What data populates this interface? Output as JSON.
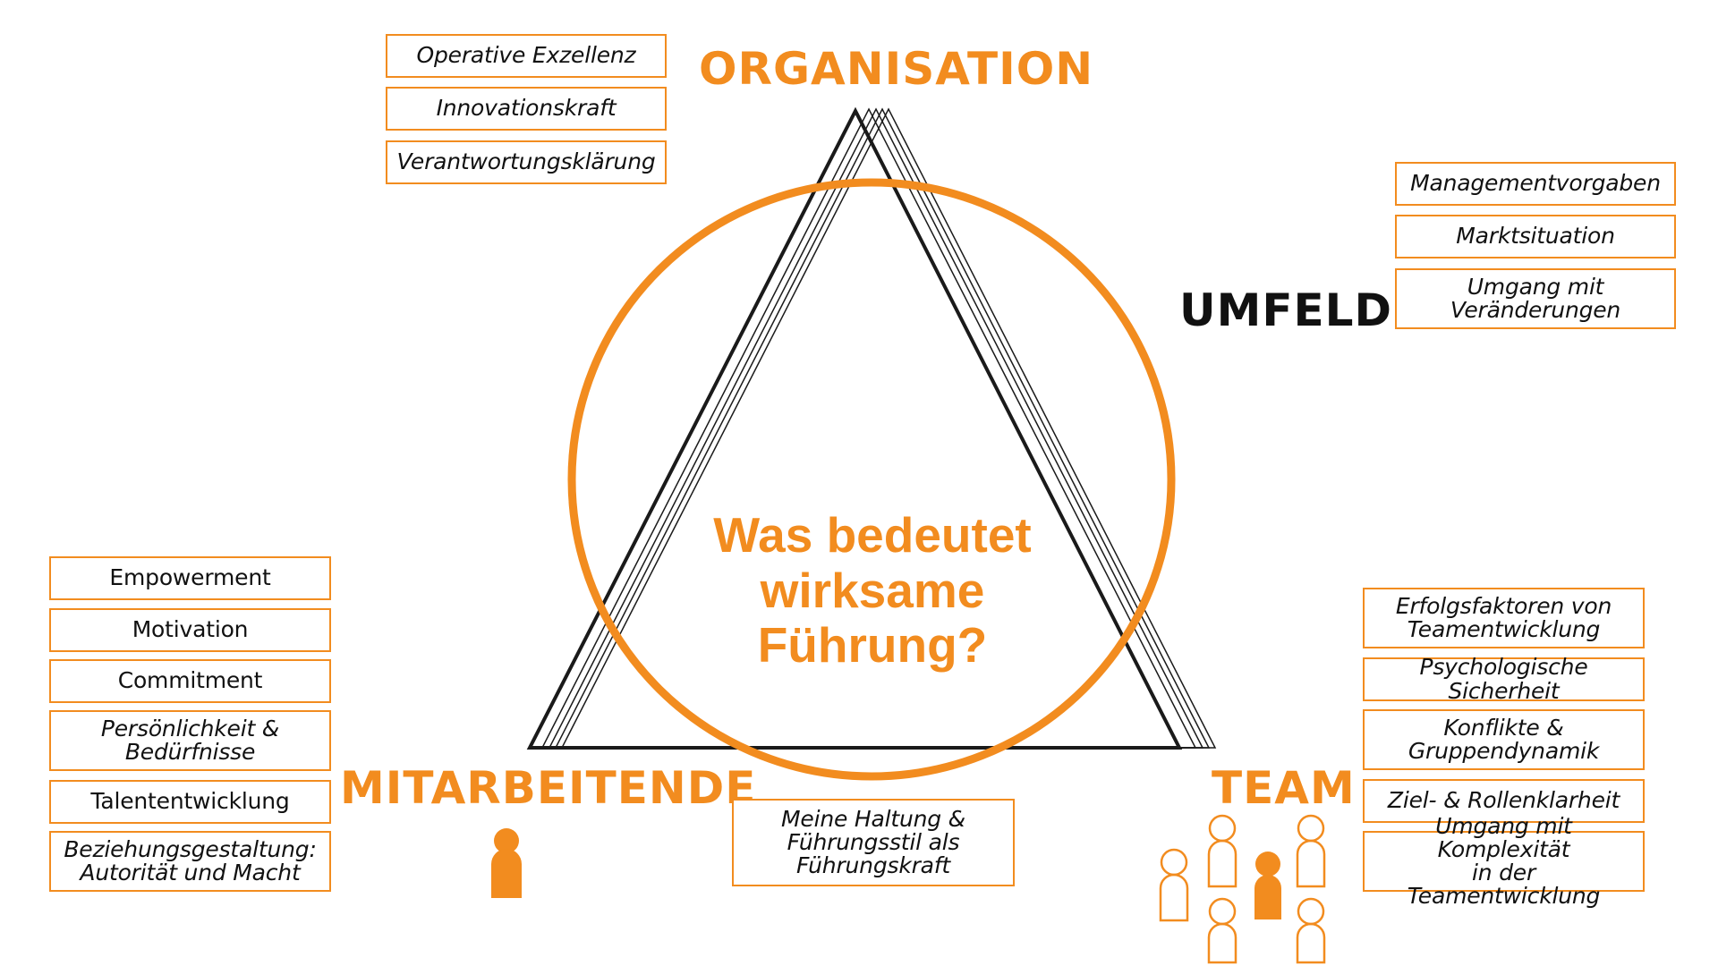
{
  "colors": {
    "accent": "#f28c1f",
    "line": "#1a1a1a",
    "text": "#111111"
  },
  "center_question": "Was bedeutet\nwirksame\nFührung?",
  "sections": {
    "organisation": {
      "heading": "ORGANISATION",
      "items": [
        "Operative Exzellenz",
        "Innovationskraft",
        "Verantwortungsklärung"
      ]
    },
    "umfeld": {
      "heading": "UMFELD",
      "items": [
        "Managementvorgaben",
        "Marktsituation",
        "Umgang mit\nVeränderungen"
      ]
    },
    "mitarbeitende": {
      "heading": "MITARBEITENDE",
      "items": [
        "Empowerment",
        "Motivation",
        "Commitment",
        "Persönlichkeit &\nBedürfnisse",
        "Talententwicklung",
        "Beziehungsgestaltung:\nAutorität und Macht"
      ]
    },
    "team": {
      "heading": "TEAM",
      "items": [
        "Erfolgsfaktoren von\nTeamentwicklung",
        "Psychologische Sicherheit",
        "Konflikte &\nGruppendynamik",
        "Ziel- & Rollenklarheit",
        "Umgang mit Komplexität\nin der Teamentwicklung"
      ]
    },
    "self": {
      "items": [
        "Meine Haltung &\nFührungsstil als\nFührungskraft"
      ]
    }
  },
  "icons": {
    "person_single": "person-filled-icon",
    "team_group": "person-outline-icon"
  }
}
